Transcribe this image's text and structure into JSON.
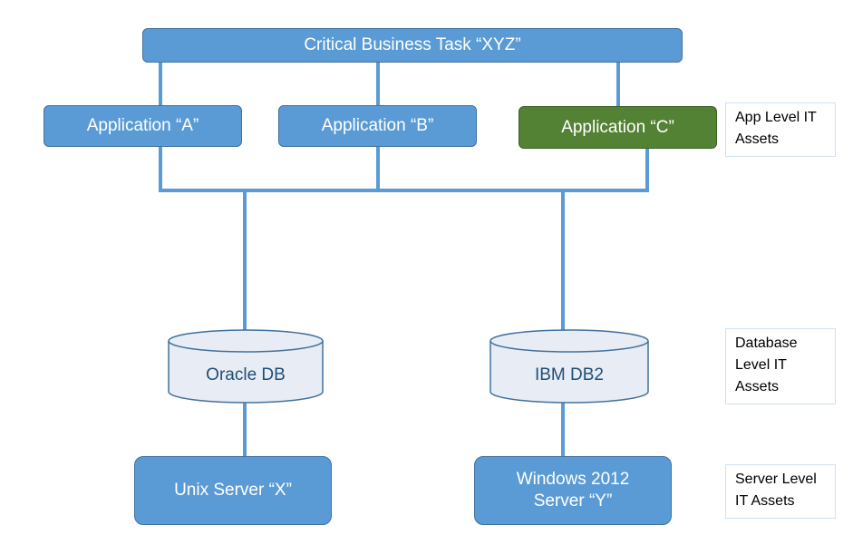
{
  "colors": {
    "box_fill": "#5b9bd5",
    "box_border": "#41719c",
    "highlight_fill": "#548235",
    "connector": "#5b9bd5",
    "db_fill": "#e8ecf4",
    "db_stroke": "#41719c",
    "db_text": "#1f4e79"
  },
  "task": {
    "label": "Critical Business Task “XYZ”"
  },
  "applications": [
    {
      "label": "Application “A”"
    },
    {
      "label": "Application “B”"
    },
    {
      "label": "Application “C”",
      "highlighted": true
    }
  ],
  "databases": [
    {
      "label": "Oracle DB"
    },
    {
      "label": "IBM DB2"
    }
  ],
  "servers": [
    {
      "line1": "Unix Server “X”",
      "line2": ""
    },
    {
      "line1": "Windows 2012",
      "line2": "Server “Y”"
    }
  ],
  "legend": {
    "app": {
      "line1": "App Level IT",
      "line2": "Assets"
    },
    "database": {
      "line1": "Database",
      "line2": "Level IT",
      "line3": "Assets"
    },
    "server": {
      "line1": "Server Level",
      "line2": "IT Assets"
    }
  }
}
